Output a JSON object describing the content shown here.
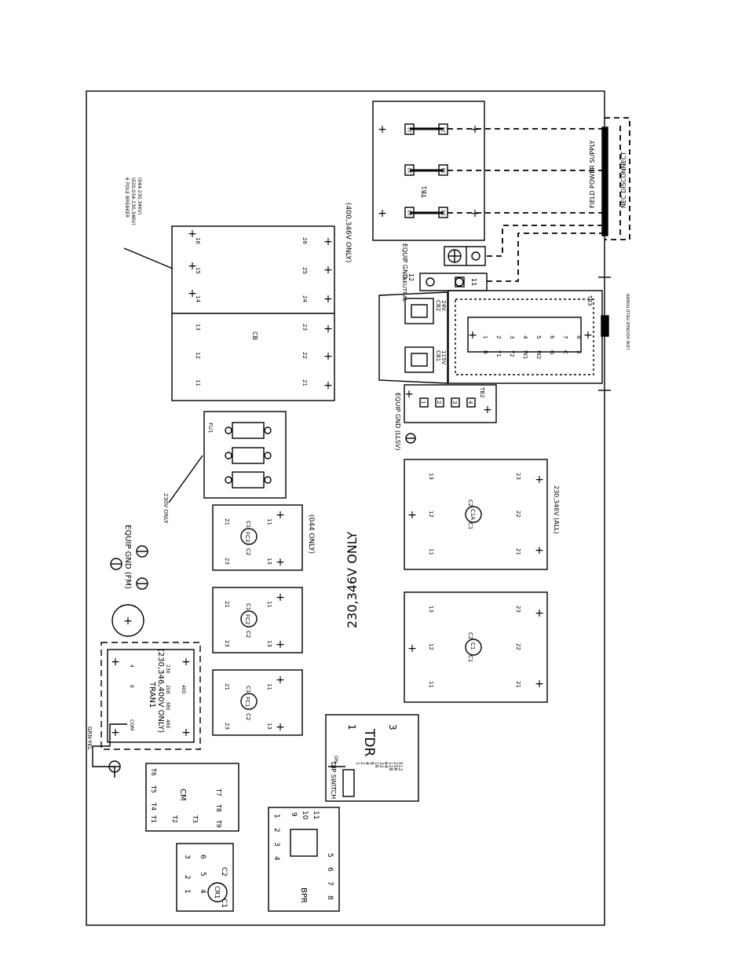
{
  "colors": {
    "ink": "#000000",
    "paper": "#ffffff"
  },
  "field_power": {
    "supply": "FIELD POWER SUPPLY",
    "disconnect": "NEC DISCONNECT",
    "low_voltage": "LOW VOLTAGE FIELD POWER"
  },
  "tb1": {
    "label": "TB1",
    "rows": [
      {
        "left": "21",
        "right": "11"
      },
      {
        "left": "22",
        "right": "12"
      },
      {
        "left": "23",
        "right": "13"
      }
    ]
  },
  "equip_gnd_tb1": "EQUIP GND",
  "neutral": {
    "label": "NEUTRAL",
    "t12": "12",
    "t11": "11",
    "note": "(400,346V ONLY)"
  },
  "cb": {
    "label": "CB",
    "note_line1": "6 POLE BREAKER",
    "note_line2": "(020,034-230,346V)",
    "note_line3": "(044-230,346V)",
    "top_terminals": [
      "16",
      "15",
      "14",
      "13",
      "12",
      "11"
    ],
    "bottom_terminals": [
      "26",
      "25",
      "24",
      "23",
      "22",
      "21"
    ]
  },
  "cb1": {
    "label": "CB1",
    "rating": "115V"
  },
  "cb2": {
    "label": "CB2",
    "rating": "24V"
  },
  "tb3": {
    "label": "TB3",
    "terminals": [
      {
        "num": "1",
        "name": "R"
      },
      {
        "num": "2",
        "name": "Y1"
      },
      {
        "num": "3",
        "name": "Y2"
      },
      {
        "num": "4",
        "name": "W1"
      },
      {
        "num": "5",
        "name": "W2"
      },
      {
        "num": "6",
        "name": "G"
      },
      {
        "num": "7",
        "name": "C"
      },
      {
        "num": "8",
        "name": "X"
      }
    ]
  },
  "tb2": {
    "label": "TB2",
    "terminals": [
      "1",
      "2",
      "3",
      "4"
    ]
  },
  "equip_gnd_llsv": "EQUIP GND (LLSV)",
  "fu1": {
    "label": "FU1",
    "note": "230V ONLY"
  },
  "fc3": {
    "label": "FC3",
    "note": "(044 ONLY)",
    "terms": {
      "t21": "21",
      "t11": "11",
      "t23": "23",
      "t13": "13",
      "c2": "C2",
      "c1": "C1"
    }
  },
  "fc2": {
    "label": "FC2",
    "terms": {
      "t21": "21",
      "t11": "11",
      "t23": "23",
      "t13": "13",
      "c2": "C2",
      "c1": "C1"
    }
  },
  "fc1": {
    "label": "FC1",
    "terms": {
      "t21": "21",
      "t11": "11",
      "t23": "23",
      "t13": "13",
      "c2": "C2",
      "c1": "C1"
    }
  },
  "c1a": {
    "label": "C1A",
    "note": "230,346V (ALL)",
    "terms": {
      "t13": "13",
      "t12": "12",
      "t11": "11",
      "t23": "23",
      "t22": "22",
      "t21": "21",
      "c1": "C1",
      "c2": "C2"
    }
  },
  "c1": {
    "label": "C1",
    "terms": {
      "t13": "13",
      "t12": "12",
      "t11": "11",
      "t23": "23",
      "t22": "22",
      "t21": "21",
      "c1": "C1",
      "c2": "C2"
    }
  },
  "equip_gnd_fm": "EQUIP GND (FM)",
  "tran1": {
    "label": "TRAN1",
    "note": "(230,346,400V ONLY)",
    "terms": {
      "t4": "4",
      "t8": "8",
      "t230": "230",
      "t208": "208",
      "t460": "460",
      "t400": "400",
      "t380": "380",
      "com": "COM"
    }
  },
  "grn_yel": "GRN-YEL",
  "note_230_346": "230,346V ONLY",
  "tdr": {
    "label": "TDR",
    "t1": "1",
    "t3": "3",
    "dip_label": "DIP SWITCH",
    "on": "ON",
    "dip_values": [
      "1",
      "2",
      "4",
      "8",
      "16",
      "32",
      "64",
      "128",
      "256",
      "512"
    ]
  },
  "cm": {
    "label": "CM",
    "t4": "T4",
    "t5": "T5",
    "t6": "T6",
    "t7": "T7",
    "t8": "T8",
    "t9": "T9",
    "t1": "T1",
    "t2": "T2",
    "t3": "T3"
  },
  "bpr": {
    "label": "BPR",
    "terminals": [
      "1",
      "2",
      "3",
      "4",
      "5",
      "6",
      "7",
      "8",
      "9",
      "10",
      "11"
    ]
  },
  "cr1": {
    "label": "CR1",
    "c1": "C1",
    "c2": "C2",
    "terminals": [
      "1",
      "2",
      "3",
      "4",
      "5",
      "6"
    ]
  }
}
